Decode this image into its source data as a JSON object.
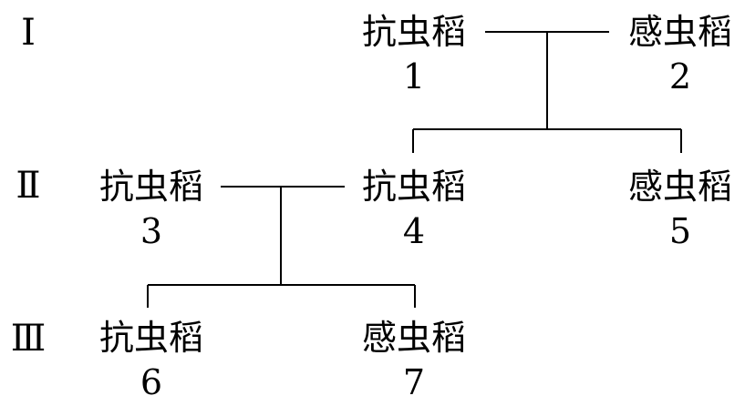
{
  "generations": [
    {
      "label": "Ⅰ"
    },
    {
      "label": "Ⅱ"
    },
    {
      "label": "Ⅲ"
    }
  ],
  "individuals": [
    {
      "id": "1",
      "phenotype": "抗虫稻"
    },
    {
      "id": "2",
      "phenotype": "感虫稻"
    },
    {
      "id": "3",
      "phenotype": "抗虫稻"
    },
    {
      "id": "4",
      "phenotype": "抗虫稻"
    },
    {
      "id": "5",
      "phenotype": "感虫稻"
    },
    {
      "id": "6",
      "phenotype": "抗虫稻"
    },
    {
      "id": "7",
      "phenotype": "感虫稻"
    }
  ],
  "matings": [
    {
      "parents": [
        "1",
        "2"
      ],
      "offspring": [
        "4",
        "5"
      ]
    },
    {
      "parents": [
        "3",
        "4"
      ],
      "offspring": [
        "6",
        "7"
      ]
    }
  ],
  "colors": {
    "ink": "#000000",
    "background": "#ffffff"
  }
}
